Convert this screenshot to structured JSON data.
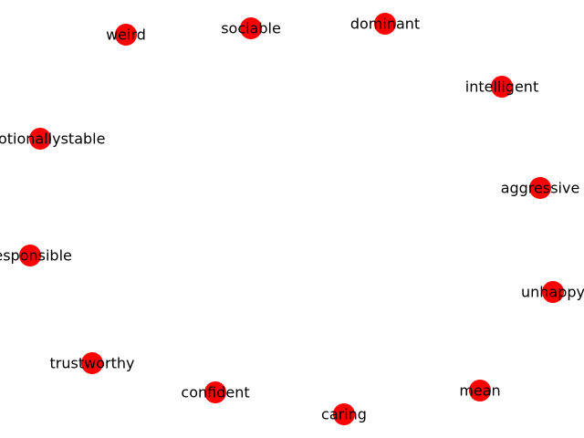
{
  "graph": {
    "node_color": "#ff0000",
    "label_color": "#000000",
    "background": "#ffffff",
    "nodes": [
      {
        "id": "weird",
        "label": "weird"
      },
      {
        "id": "sociable",
        "label": "sociable"
      },
      {
        "id": "dominant",
        "label": "dominant"
      },
      {
        "id": "intelligent",
        "label": "intelligent"
      },
      {
        "id": "emotionallystable",
        "label": "emotionallystable"
      },
      {
        "id": "aggressive",
        "label": "aggressive"
      },
      {
        "id": "responsible",
        "label": "responsible"
      },
      {
        "id": "unhappy",
        "label": "unhappy"
      },
      {
        "id": "trustworthy",
        "label": "trustworthy"
      },
      {
        "id": "confident",
        "label": "confident"
      },
      {
        "id": "mean",
        "label": "mean"
      },
      {
        "id": "caring",
        "label": "caring"
      }
    ],
    "edges": []
  }
}
